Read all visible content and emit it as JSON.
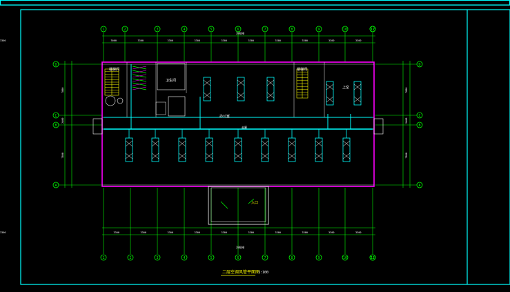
{
  "drawing": {
    "title": "二层空调风管平面图",
    "scale": "1:100"
  },
  "axes": {
    "columns": [
      "1",
      "2",
      "3",
      "4",
      "5",
      "6",
      "7",
      "8",
      "9",
      "10",
      "11",
      "12"
    ],
    "rows_left": [
      "D",
      "C",
      "B",
      "A"
    ],
    "rows_right": [
      "D",
      "C",
      "B",
      "A"
    ]
  },
  "dimensions": {
    "top_total": "39600",
    "bottom_total": "39600",
    "top_bays": [
      "3000",
      "3300",
      "3300",
      "3300",
      "3300",
      "3300",
      "3300",
      "3300",
      "3300",
      "3300",
      "3300"
    ],
    "bottom_bays": [
      "3300",
      "3300",
      "3300",
      "3300",
      "3300",
      "3300",
      "3300",
      "3300",
      "3300",
      "3300",
      "3300"
    ],
    "left_bays": [
      "7800",
      "2400",
      "7800"
    ],
    "right_bays": [
      "7800",
      "2400",
      "7800"
    ]
  },
  "labels": {
    "stair_left": "楼梯间",
    "stair_right": "楼梯间",
    "toilet": "卫生间",
    "corridor": "走廊",
    "office": "办公室",
    "lobby": "上空",
    "entrance": "入口"
  },
  "colors": {
    "frame": "#00ffff",
    "walls": "#ff00ff",
    "ducts": "#00ffff",
    "grid": "#00ff00",
    "stairs": "#ffff00",
    "text": "#ffffff"
  }
}
